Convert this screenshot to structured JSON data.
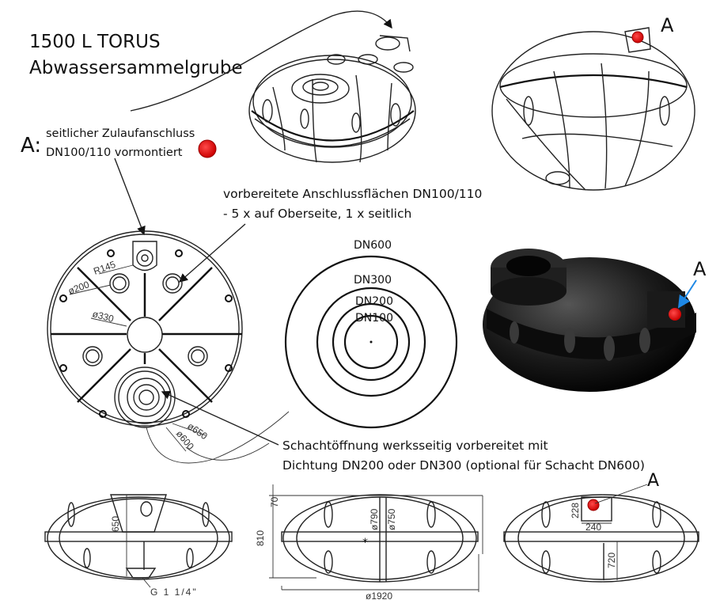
{
  "title": {
    "line1": "1500 L TORUS",
    "line2": "Abwassersammelgrube"
  },
  "legend_a": {
    "marker": "A:",
    "line1": "seitlicher Zulaufanschluss",
    "line2": "DN100/110 vormontiert",
    "dot_color": "#d71920"
  },
  "connections_note": {
    "line1": "vorbereitete Anschlussflächen DN100/110",
    "line2": "- 5 x auf Oberseite, 1 x seitlich"
  },
  "shaft_note": {
    "line1": "Schachtöffnung werksseitig vorbereitet mit",
    "line2": "Dichtung DN200 oder DN300 (optional für Schacht DN600)"
  },
  "circles": {
    "dn600": "DN600",
    "dn300": "DN300",
    "dn200": "DN200",
    "dn100": "DN100"
  },
  "plan_dims": {
    "r145": "R145",
    "d200": "ø200",
    "d330": "ø330",
    "d650": "ø650",
    "d600": "ø600"
  },
  "side_dims": {
    "h650": "650",
    "thread": "G 1 1/4\"",
    "h70": "70",
    "h810": "810",
    "d790": "ø790",
    "d750": "ø750",
    "d1920": "ø1920",
    "h228": "228",
    "w240": "240",
    "h720": "720"
  },
  "markers": {
    "a_top": "A",
    "a_photo": "A",
    "a_side": "A"
  },
  "colors": {
    "red": "#d71920",
    "arrow_blue": "#1e88e5"
  }
}
